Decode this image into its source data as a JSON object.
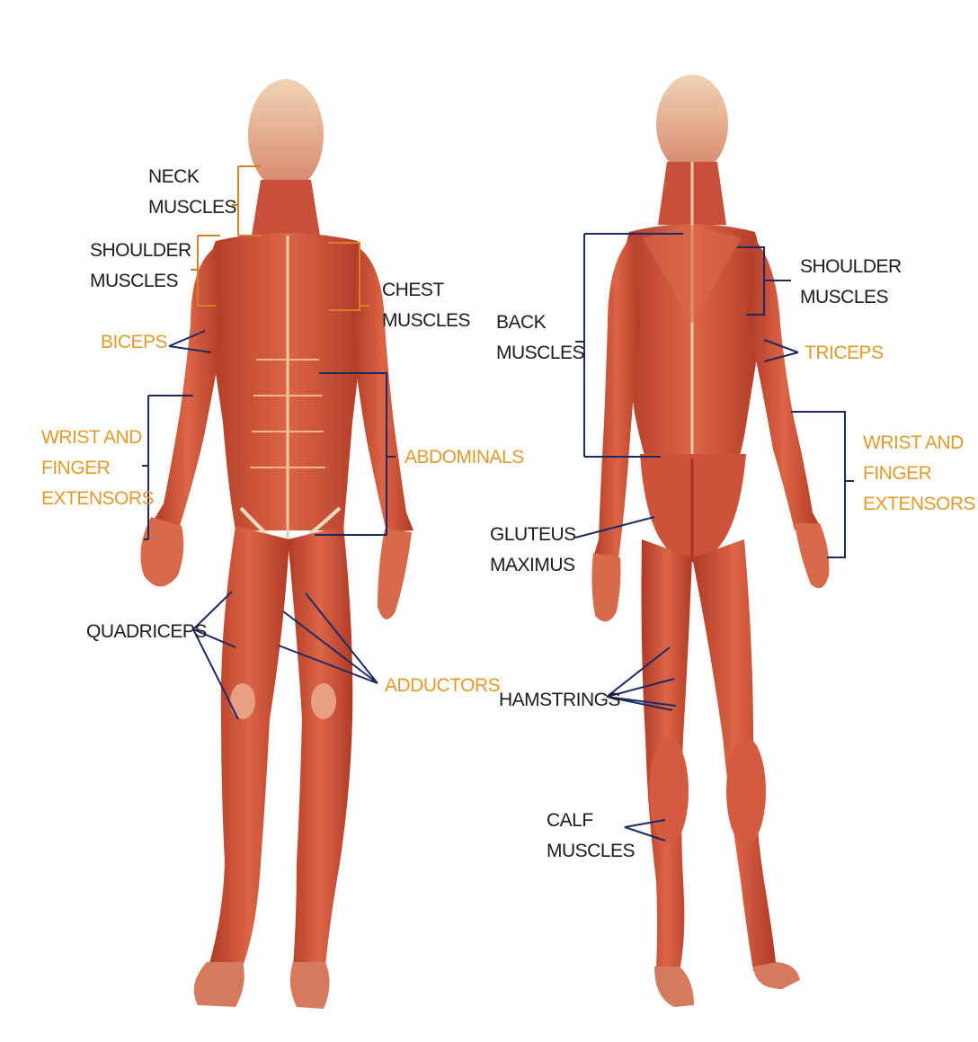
{
  "colors": {
    "label_black": "#1c1c1c",
    "label_orange": "#e29a2a",
    "muscle": "#c94a33",
    "muscle_light": "#e1795b",
    "muscle_dark": "#a8321f",
    "tendon": "#efcfa8",
    "leader_line_blue": "#1d2a66",
    "leader_line_orange": "#d4802a",
    "leader_line_green": "#5a9a3a"
  },
  "figures": {
    "front": {
      "icon": "anterior-muscle-figure"
    },
    "back": {
      "icon": "posterior-muscle-figure"
    }
  },
  "labels": {
    "neck_muscles": {
      "lines": [
        "NECK",
        "MUSCLES"
      ],
      "color": "black"
    },
    "shoulder_muscles_front": {
      "lines": [
        "SHOULDER",
        "MUSCLES"
      ],
      "color": "black"
    },
    "biceps": {
      "lines": [
        "BICEPS"
      ],
      "color": "orange"
    },
    "wrist_finger_extensors_front": {
      "lines": [
        "WRIST AND",
        "FINGER",
        "EXTENSORS"
      ],
      "color": "orange"
    },
    "chest_muscles": {
      "lines": [
        "CHEST",
        "MUSCLES"
      ],
      "color": "black"
    },
    "abdominals": {
      "lines": [
        "ABDOMINALS"
      ],
      "color": "orange"
    },
    "quadriceps": {
      "lines": [
        "QUADRICEPS"
      ],
      "color": "black"
    },
    "adductors": {
      "lines": [
        "ADDUCTORS"
      ],
      "color": "orange"
    },
    "back_muscles": {
      "lines": [
        "BACK",
        "MUSCLES"
      ],
      "color": "black"
    },
    "shoulder_muscles_back": {
      "lines": [
        "SHOULDER",
        "MUSCLES"
      ],
      "color": "black"
    },
    "triceps": {
      "lines": [
        "TRICEPS"
      ],
      "color": "orange"
    },
    "wrist_finger_extensors_back": {
      "lines": [
        "WRIST AND",
        "FINGER",
        "EXTENSORS"
      ],
      "color": "orange"
    },
    "gluteus_maximus": {
      "lines": [
        "GLUTEUS",
        "MAXIMUS"
      ],
      "color": "black"
    },
    "hamstrings": {
      "lines": [
        "HAMSTRINGS"
      ],
      "color": "black"
    },
    "calf_muscles": {
      "lines": [
        "CALF",
        "MUSCLES"
      ],
      "color": "black"
    }
  }
}
